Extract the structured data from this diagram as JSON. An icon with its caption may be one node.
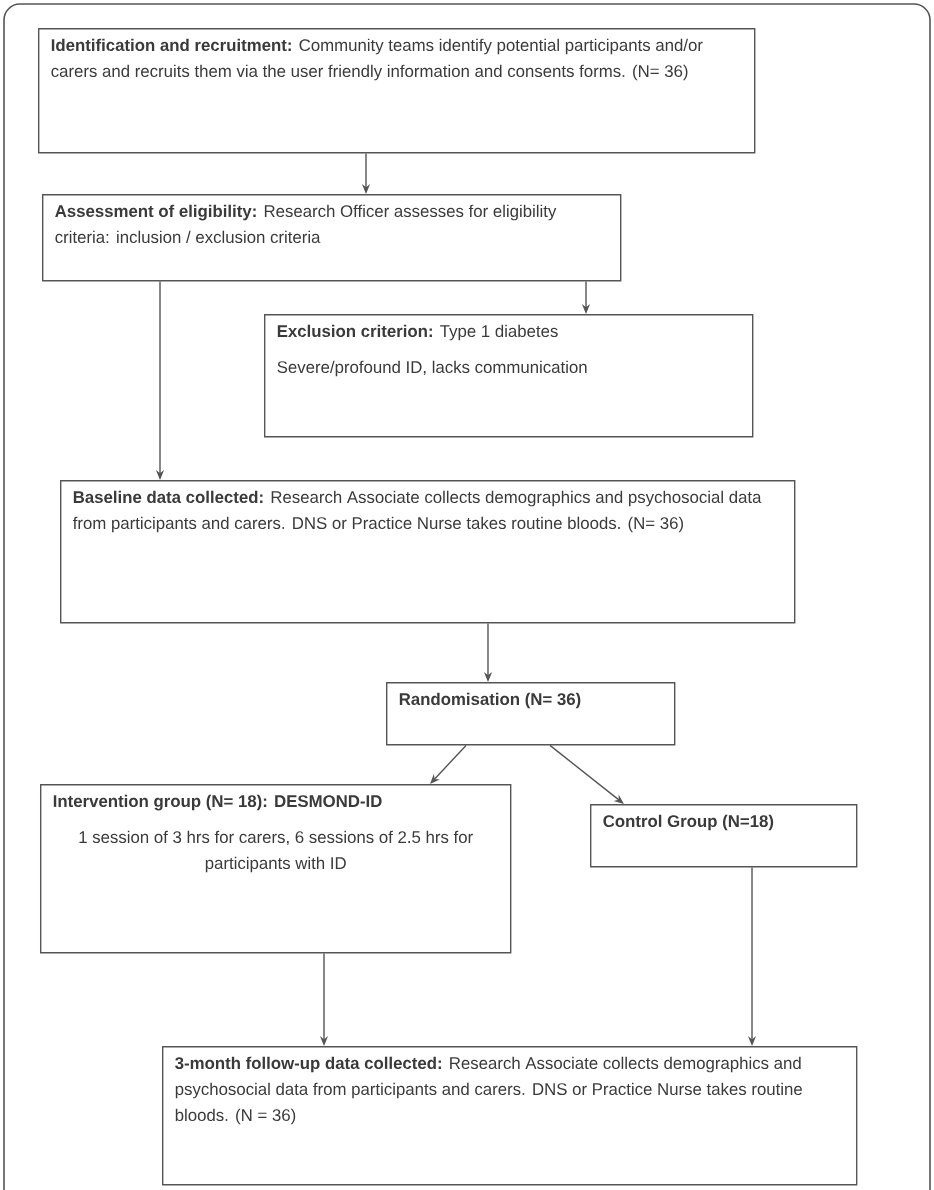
{
  "diagram": {
    "nodes": [
      {
        "text": [
          "**Identification and recruitment:** Community teams identify potential participants and/or carers and recruits them via the user friendly information and consents forms. (N= 36)"
        ]
      },
      {
        "text": [
          "**Assessment of eligibility:** Research Officer assesses for eligibility criteria: inclusion / exclusion criteria"
        ]
      },
      {
        "text": [
          "**Exclusion criterion:** Type 1 diabetes",
          "Severe/profound ID, lacks communication"
        ]
      },
      {
        "text": [
          "**Baseline data collected:** Research Associate collects demographics and psychosocial data from participants and carers. DNS or Practice Nurse takes routine bloods. (N= 36)"
        ]
      },
      {
        "text": [
          "Randomisation (N= 36)"
        ]
      },
      {
        "text": [
          "Intervention group (N= 18): DESMOND-ID",
          "1 session of 3 hrs for carers, 6 sessions of 2.5 hrs for participants with ID"
        ]
      },
      {
        "text": [
          "Control Group (N=18)"
        ]
      },
      {
        "text": [
          "**3-month follow-up data collected:** Research Associate collects demographics and psychosocial data from participants and carers. DNS or Practice Nurse takes routine bloods. (N = 36)"
        ]
      }
    ],
    "edges": [
      {
        "from": 0,
        "to": 1,
        "arrow": "to"
      },
      {
        "from": 1,
        "to": 2,
        "arrow": "to"
      },
      {
        "from": 1,
        "to": 3,
        "arrow": "to"
      },
      {
        "from": 3,
        "to": 4,
        "arrow": "to"
      },
      {
        "from": 4,
        "to": 5,
        "arrow": "to"
      },
      {
        "from": 4,
        "to": 6,
        "arrow": "to"
      },
      {
        "from": 5,
        "to": 7,
        "arrow": "to"
      },
      {
        "from": 6,
        "to": 7,
        "arrow": "to"
      }
    ]
  }
}
